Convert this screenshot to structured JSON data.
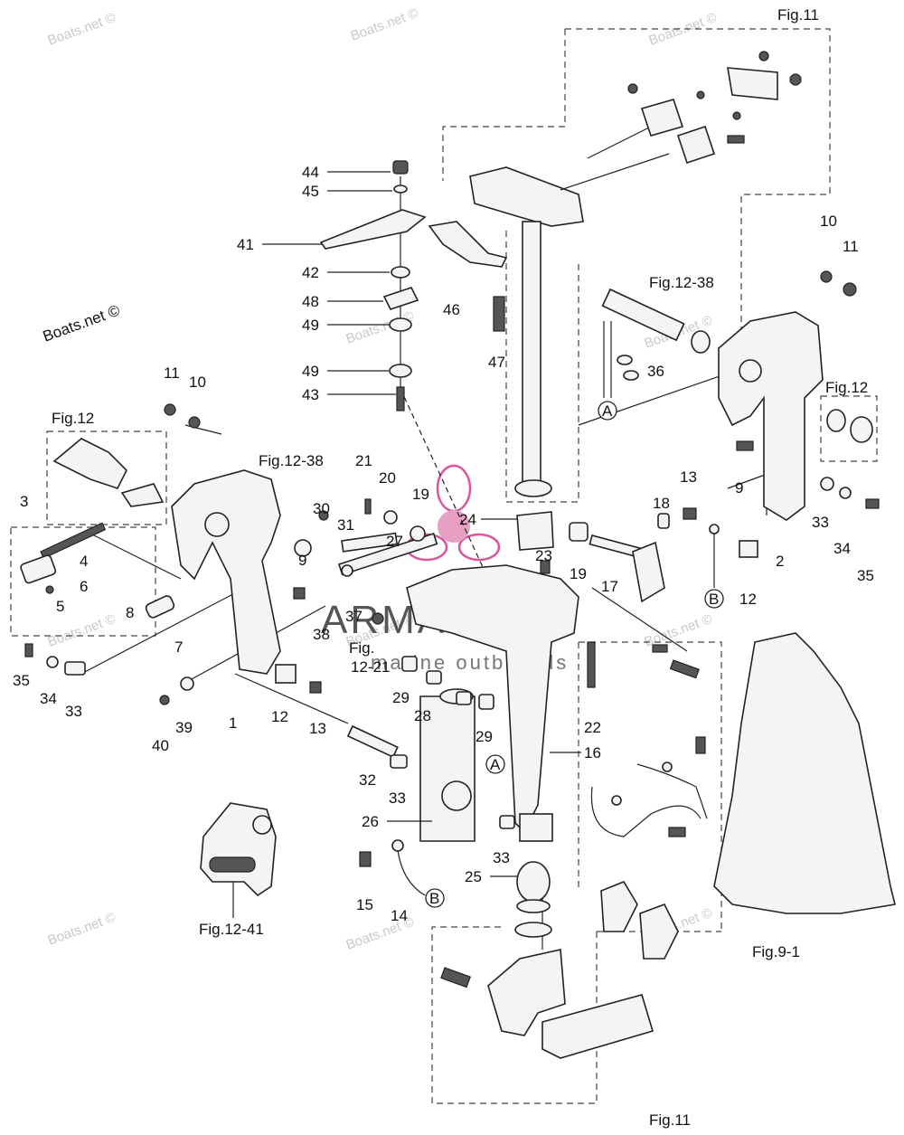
{
  "watermarks": [
    "Boats.net ©",
    "Boats.net ©",
    "Boats.net ©",
    "Boats.net ©",
    "Boats.net ©",
    "Boats.net ©",
    "Boats.net ©",
    "Boats.net ©",
    "Boats.net ©",
    "Boats.net ©",
    "Boats.net ©"
  ],
  "brand": {
    "name": "ARMADA",
    "tagline": "marine outboards",
    "accent": "#d9569a"
  },
  "fig_refs": {
    "fig11_top": "Fig.11",
    "fig11_bottom": "Fig.11",
    "fig12_right": "Fig.12",
    "fig12_left": "Fig.12",
    "fig12_38_right": "Fig.12-38",
    "fig12_38_left": "Fig.12-38",
    "fig12_21_a": "Fig.",
    "fig12_21_b": "12-21",
    "fig12_41": "Fig.12-41",
    "fig9_1": "Fig.9-1"
  },
  "markers": {
    "a_top": "A",
    "b_top": "B",
    "a_mid": "A",
    "b_low": "B"
  },
  "labels": {
    "p1": "1",
    "p2": "2",
    "p3": "3",
    "p4": "4",
    "p5": "5",
    "p6": "6",
    "p7": "7",
    "p8": "8",
    "p9a": "9",
    "p9b": "9",
    "p10a": "10",
    "p10b": "10",
    "p11a": "11",
    "p11b": "11",
    "p12a": "12",
    "p12b": "12",
    "p13a": "13",
    "p13b": "13",
    "p14": "14",
    "p15": "15",
    "p16": "16",
    "p17": "17",
    "p18": "18",
    "p19a": "19",
    "p19b": "19",
    "p20": "20",
    "p21": "21",
    "p22": "22",
    "p23": "23",
    "p24": "24",
    "p25": "25",
    "p26": "26",
    "p27": "27",
    "p28": "28",
    "p29a": "29",
    "p29b": "29",
    "p30": "30",
    "p31": "31",
    "p32": "32",
    "p33a": "33",
    "p33b": "33",
    "p33c": "33",
    "p33d": "33",
    "p34a": "34",
    "p34b": "34",
    "p35a": "35",
    "p35b": "35",
    "p36": "36",
    "p37": "37",
    "p38": "38",
    "p39": "39",
    "p40": "40",
    "p41": "41",
    "p42": "42",
    "p43": "43",
    "p44": "44",
    "p45": "45",
    "p46": "46",
    "p47": "47",
    "p48": "48",
    "p49a": "49",
    "p49b": "49"
  }
}
